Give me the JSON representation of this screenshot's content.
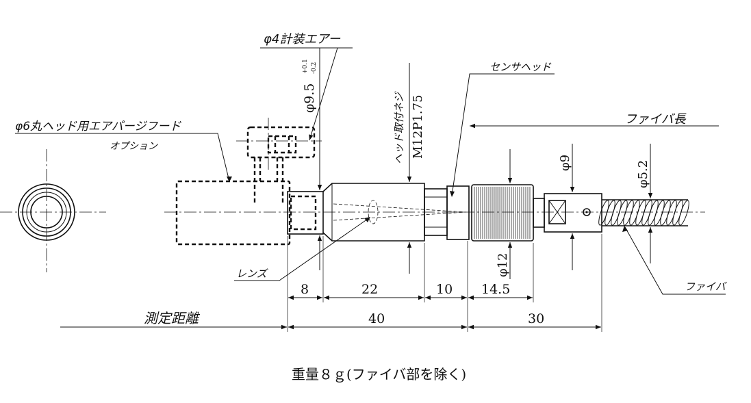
{
  "labels": {
    "air_port": "φ4計装エアー",
    "air_purge_hood": "φ6丸ヘッド用エアパージフード",
    "option": "オプション",
    "sensor_head": "センサヘッド",
    "mount_screw_label": "ヘッド取付ネジ",
    "mount_screw_value": "M12P1.75",
    "fiber_length": "ファイバ長",
    "lens": "レンズ",
    "fiber": "ファイバ",
    "measuring_distance": "測定距離",
    "weight_note": "重量８ｇ(ファイバ部を除く)"
  },
  "dimensions": {
    "d_9_5": "φ9.5",
    "tol_plus": "+0.1",
    "tol_minus": "-0.2",
    "d_9": "φ9",
    "d_5_2": "φ5.2",
    "d_12": "φ12",
    "len_8": "8",
    "len_22": "22",
    "len_10": "10",
    "len_14_5": "14.5",
    "len_40": "40",
    "len_30": "30"
  }
}
